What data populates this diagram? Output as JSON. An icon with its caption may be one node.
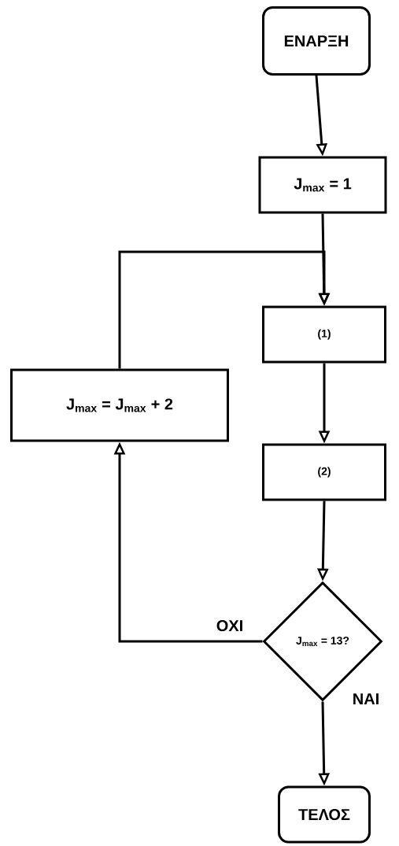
{
  "diagram": {
    "nodes": [
      {
        "text": [
          "ΕΝΑΡΞΗ"
        ]
      },
      {
        "text": [
          "J$_{max}$ = 1"
        ]
      },
      {
        "text": [
          "(1)"
        ]
      },
      {
        "text": [
          "(2)"
        ]
      },
      {
        "text": [
          "J$_{max}$ = 13?"
        ]
      },
      {
        "text": [
          "J$_{max}$ = J$_{max}$ + 2"
        ]
      },
      {
        "text": [
          "ΤΕΛΟΣ"
        ]
      }
    ],
    "edges": [
      {
        "from": 0,
        "to": 1,
        "arrow": "to"
      },
      {
        "from": 1,
        "to": 2,
        "arrow": "to"
      },
      {
        "from": 2,
        "to": 3,
        "arrow": "to"
      },
      {
        "from": 3,
        "to": 4,
        "arrow": "to"
      },
      {
        "from": 4,
        "to": 5,
        "arrow": "to",
        "label": "ΟΧΙ"
      },
      {
        "from": 5,
        "to": 2,
        "arrow": "to"
      },
      {
        "from": 4,
        "to": 6,
        "arrow": "to",
        "label": "ΝΑΙ"
      }
    ]
  }
}
